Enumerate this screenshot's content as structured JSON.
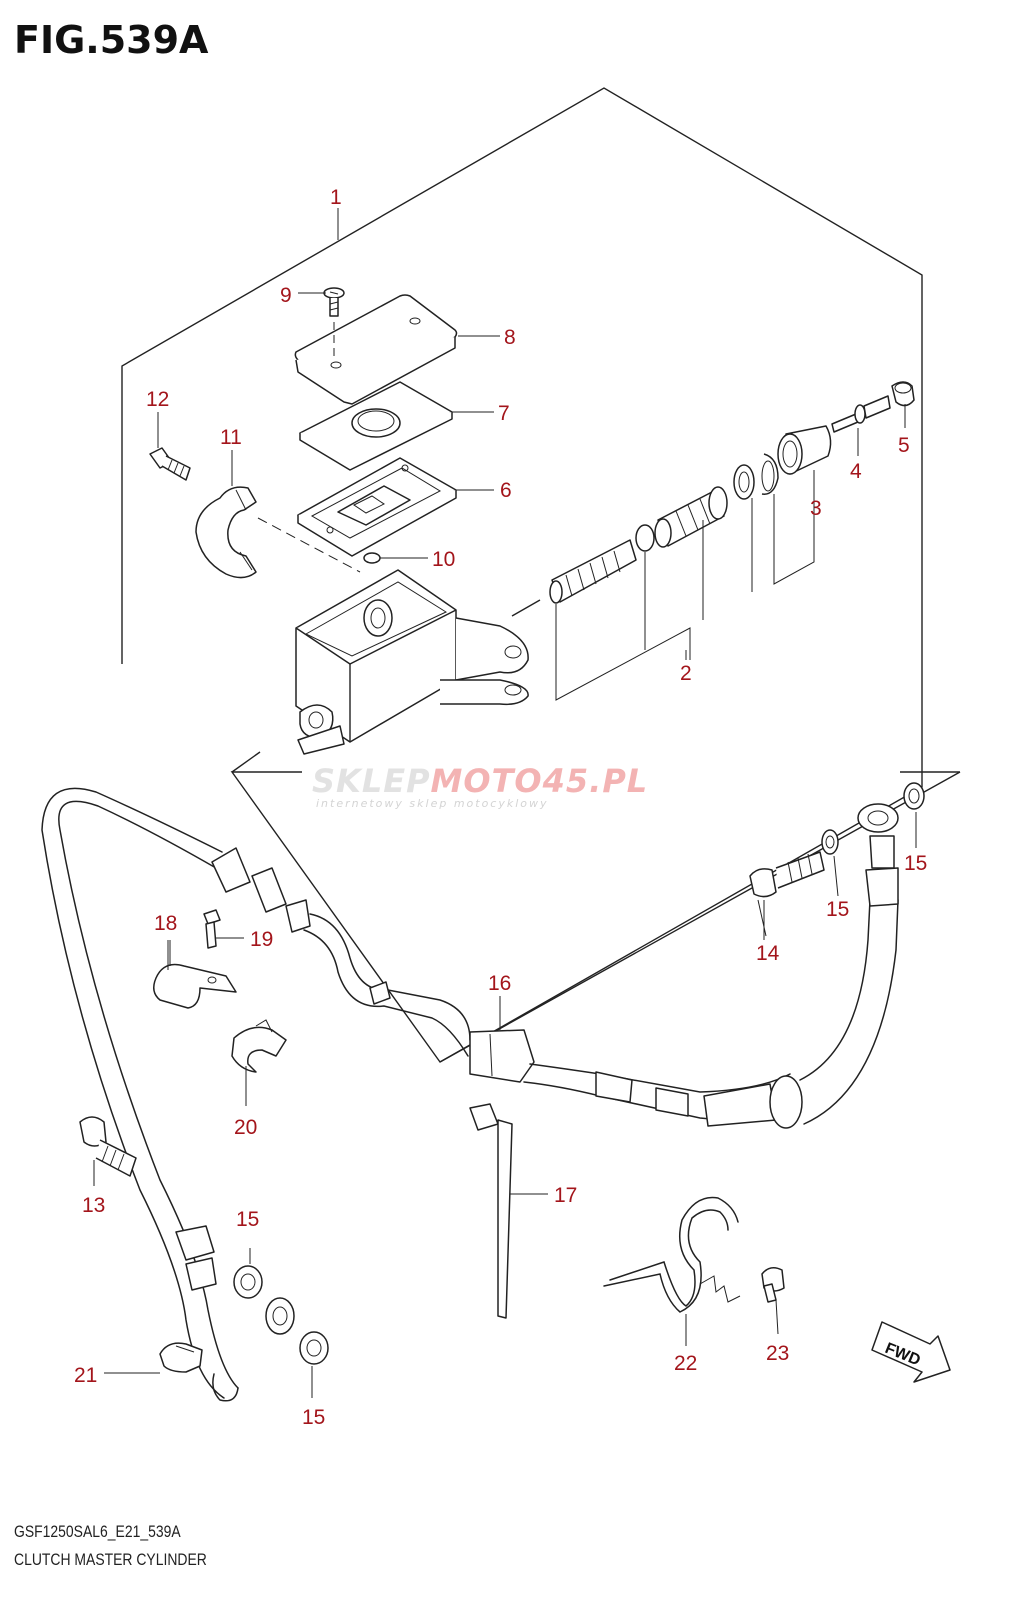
{
  "figure": {
    "title": "FIG.539A",
    "model_code": "GSF1250SAL6_E21_539A",
    "name": "CLUTCH MASTER CYLINDER"
  },
  "watermark": {
    "left": "SKLEP",
    "right": "MOTO45.PL",
    "subtitle": "internetowy sklep motocyklowy"
  },
  "fwd_label": "FWD",
  "callouts": {
    "c1": "1",
    "c2": "2",
    "c3": "3",
    "c4": "4",
    "c5": "5",
    "c6": "6",
    "c7": "7",
    "c8": "8",
    "c9": "9",
    "c10": "10",
    "c11": "11",
    "c12": "12",
    "c13": "13",
    "c14": "14",
    "c15a": "15",
    "c15b": "15",
    "c15c": "15",
    "c15d": "15",
    "c16": "16",
    "c17": "17",
    "c18": "18",
    "c19": "19",
    "c20": "20",
    "c21": "21",
    "c22": "22",
    "c23": "23"
  },
  "colors": {
    "callout": "#a3151b",
    "line": "#222222",
    "watermark_red": "#f3b3b3"
  }
}
